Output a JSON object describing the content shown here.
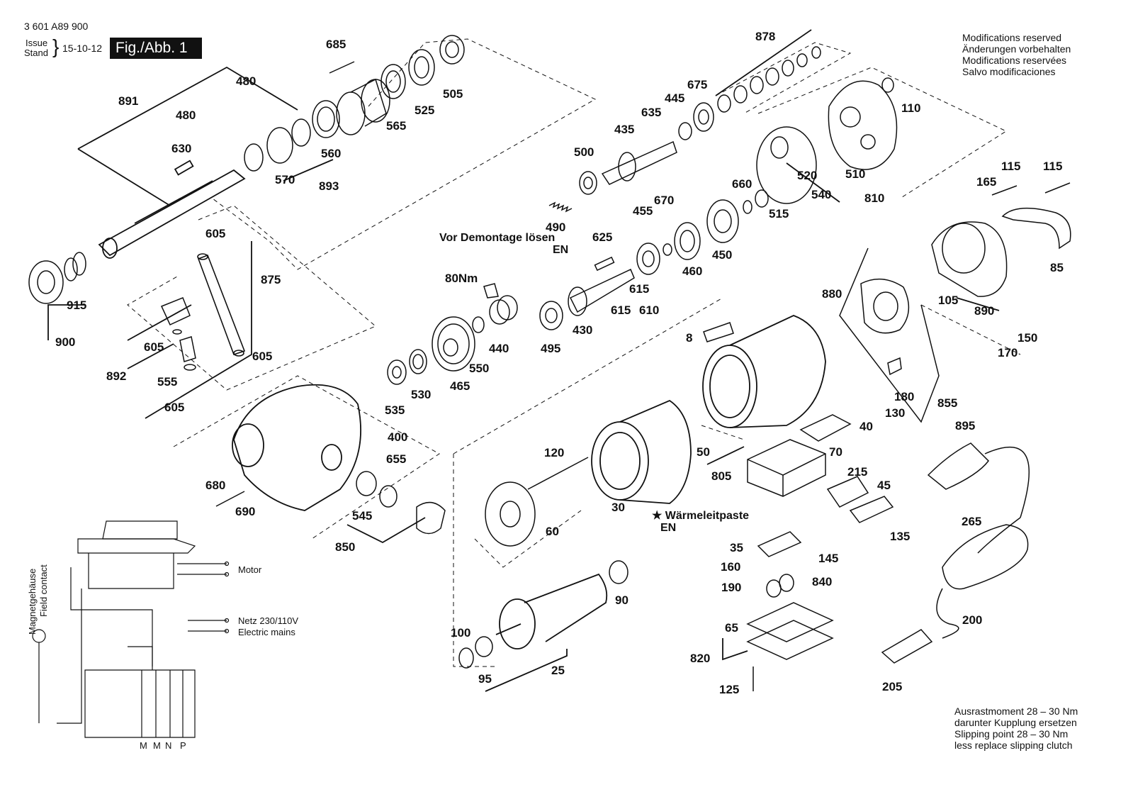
{
  "header": {
    "part_number": "3 601 A89 900",
    "issue_label": "Issue",
    "stand_label": "Stand",
    "date": "15-10-12",
    "figure_label": "Fig./Abb. 1"
  },
  "notices": {
    "modifications": [
      "Modifications reserved",
      "Änderungen vorbehalten",
      "Modifications reservées",
      "Salvo modificaciones"
    ],
    "clutch": [
      "Ausrastmoment 28 – 30 Nm",
      "darunter Kupplung ersetzen",
      "Slipping point 28 – 30 Nm",
      "less replace slipping clutch"
    ]
  },
  "annotations": {
    "disassembly": "Vor Demontage lösen",
    "disassembly_lang": "EN",
    "torque": "80Nm",
    "thermal_paste": "★ Wärmeleitpaste",
    "thermal_paste_lang": "EN"
  },
  "wiring": {
    "motor": "Motor",
    "mains_de": "Netz 230/110V",
    "mains_en": "Electric mains",
    "field_de": "Magnetgehäuse",
    "field_en": "Field contact",
    "terminals": [
      "M",
      "M",
      "N",
      "P"
    ]
  },
  "part_labels": [
    "685",
    "480",
    "480",
    "891",
    "630",
    "570",
    "893",
    "560",
    "565",
    "525",
    "505",
    "915",
    "900",
    "605",
    "605",
    "875",
    "892",
    "605",
    "555",
    "605",
    "878",
    "675",
    "445",
    "635",
    "435",
    "500",
    "490",
    "110",
    "520",
    "510",
    "810",
    "540",
    "515",
    "660",
    "670",
    "455",
    "450",
    "460",
    "625",
    "615",
    "610",
    "615",
    "430",
    "495",
    "80Nm",
    "440",
    "550",
    "465",
    "530",
    "535",
    "400",
    "655",
    "680",
    "690",
    "545",
    "850",
    "115",
    "115",
    "165",
    "85",
    "105",
    "890",
    "880",
    "150",
    "170",
    "855",
    "180",
    "130",
    "8",
    "40",
    "50",
    "70",
    "805",
    "215",
    "45",
    "135",
    "120",
    "30",
    "60",
    "35",
    "145",
    "160",
    "840",
    "190",
    "65",
    "820",
    "125",
    "90",
    "100",
    "95",
    "25",
    "895",
    "265",
    "200",
    "205"
  ],
  "colors": {
    "ink": "#111111",
    "paper": "#ffffff",
    "label_bg": "#111111",
    "label_fg": "#ffffff"
  }
}
